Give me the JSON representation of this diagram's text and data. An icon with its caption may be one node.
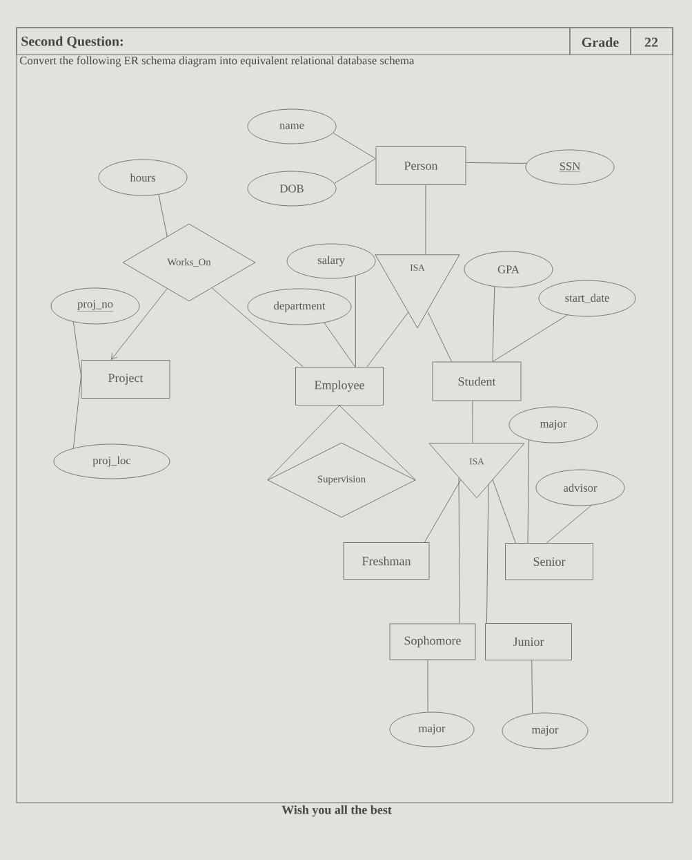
{
  "diagram": {
    "title": "Second Question:",
    "nodes": [
      {
        "text": [
          "name"
        ]
      },
      {
        "text": [
          "Person"
        ]
      },
      {
        "text": [
          "SSN"
        ]
      },
      {
        "text": [
          "hours"
        ]
      },
      {
        "text": [
          "DOB"
        ]
      },
      {
        "text": [
          "Works_On"
        ]
      },
      {
        "text": [
          "salary"
        ]
      },
      {
        "text": [
          "ISA"
        ]
      },
      {
        "text": [
          "GPA"
        ]
      },
      {
        "text": [
          "proj_no"
        ]
      },
      {
        "text": [
          "department"
        ]
      },
      {
        "text": [
          "start_date"
        ]
      },
      {
        "text": [
          "Project"
        ]
      },
      {
        "text": [
          "Employee"
        ]
      },
      {
        "text": [
          "Student"
        ]
      },
      {
        "text": [
          "major"
        ]
      },
      {
        "text": [
          "proj_loc"
        ]
      },
      {
        "text": [
          "Supervision"
        ]
      },
      {
        "text": [
          "ISA"
        ]
      },
      {
        "text": [
          "advisor"
        ]
      },
      {
        "text": [
          "Freshman"
        ]
      },
      {
        "text": [
          "Senior"
        ]
      },
      {
        "text": [
          "Sophomore"
        ]
      },
      {
        "text": [
          "Junior"
        ]
      },
      {
        "text": [
          "major"
        ]
      },
      {
        "text": [
          "major"
        ]
      }
    ],
    "edges": [
      {
        "from": 0,
        "to": 1,
        "arrow": "none"
      },
      {
        "from": 4,
        "to": 1,
        "arrow": "none"
      },
      {
        "from": 2,
        "to": 1,
        "arrow": "none"
      },
      {
        "from": 3,
        "to": 5,
        "arrow": "none"
      },
      {
        "from": 5,
        "to": 12,
        "arrow": "to"
      },
      {
        "from": 5,
        "to": 13,
        "arrow": "none"
      },
      {
        "from": 1,
        "to": 7,
        "arrow": "none"
      },
      {
        "from": 7,
        "to": 13,
        "arrow": "none"
      },
      {
        "from": 7,
        "to": 14,
        "arrow": "none"
      },
      {
        "from": 6,
        "to": 13,
        "arrow": "none"
      },
      {
        "from": 10,
        "to": 13,
        "arrow": "none"
      },
      {
        "from": 8,
        "to": 14,
        "arrow": "none"
      },
      {
        "from": 11,
        "to": 14,
        "arrow": "none"
      },
      {
        "from": 9,
        "to": 12,
        "arrow": "none"
      },
      {
        "from": 16,
        "to": 12,
        "arrow": "none"
      },
      {
        "from": 13,
        "to": 17,
        "arrow": "none"
      },
      {
        "from": 13,
        "to": 17,
        "arrow": "none"
      },
      {
        "from": 14,
        "to": 18,
        "arrow": "none"
      },
      {
        "from": 15,
        "to": 21,
        "arrow": "none"
      },
      {
        "from": 19,
        "to": 21,
        "arrow": "none"
      },
      {
        "from": 18,
        "to": 20,
        "arrow": "none"
      },
      {
        "from": 18,
        "to": 21,
        "arrow": "none"
      },
      {
        "from": 18,
        "to": 22,
        "arrow": "none"
      },
      {
        "from": 18,
        "to": 23,
        "arrow": "none"
      },
      {
        "from": 24,
        "to": 22,
        "arrow": "none"
      },
      {
        "from": 25,
        "to": 23,
        "arrow": "none"
      }
    ],
    "labels": [
      "Convert the following ER schema diagram into equivalent relational database schema",
      "Grade",
      "22",
      "Wish you all the best"
    ]
  }
}
